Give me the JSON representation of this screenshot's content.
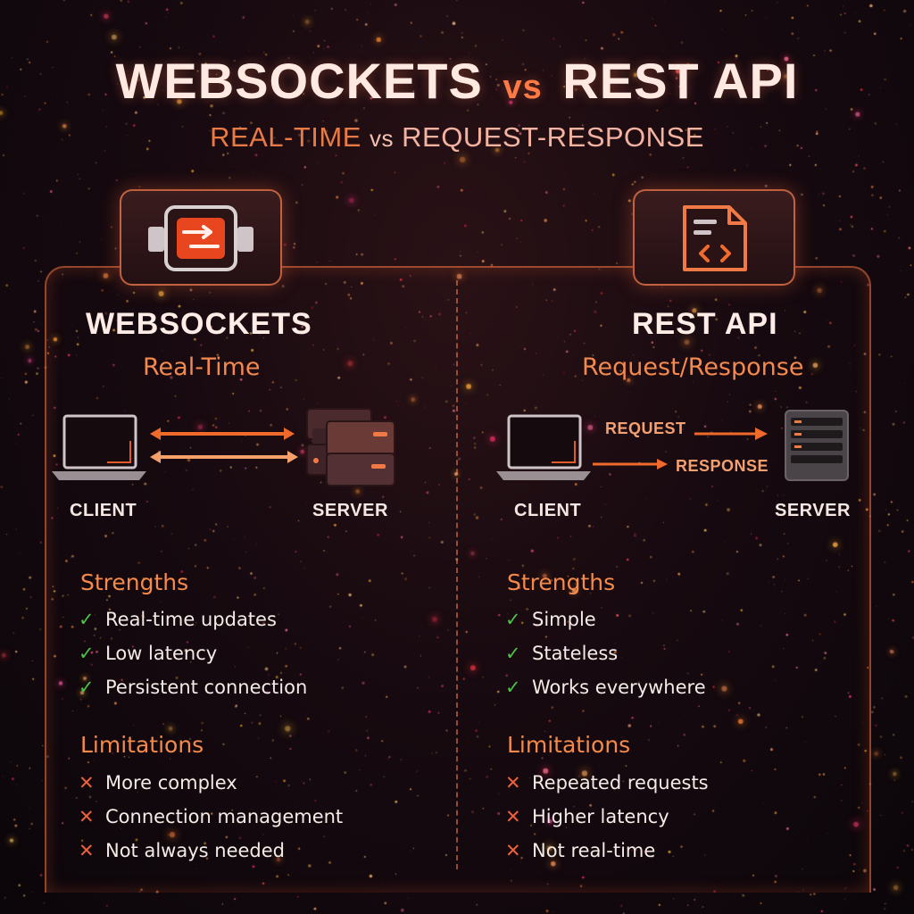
{
  "title": {
    "left": "WEBSOCKETS",
    "vs": "vs",
    "right": "REST API"
  },
  "subtitle": {
    "left": "REAL-TIME",
    "vs": "vs",
    "right": "REQUEST-RESPONSE"
  },
  "websockets": {
    "icon": "bidirectional-arrows-icon",
    "title": "WEBSOCKETS",
    "subtitle": "Real-Time",
    "client_label": "CLIENT",
    "server_label": "SERVER",
    "strengths_heading": "Strengths",
    "strengths": [
      "Real-time updates",
      "Low latency",
      "Persistent connection"
    ],
    "limitations_heading": "Limitations",
    "limitations": [
      "More complex",
      "Connection management",
      "Not always needed"
    ]
  },
  "rest": {
    "icon": "code-document-icon",
    "title": "REST API",
    "subtitle": "Request/Response",
    "request_label": "REQUEST",
    "response_label": "RESPONSE",
    "client_label": "CLIENT",
    "server_label": "SERVER",
    "strengths_heading": "Strengths",
    "strengths": [
      "Simple",
      "Stateless",
      "Works everywhere"
    ],
    "limitations_heading": "Limitations",
    "limitations": [
      "Repeated requests",
      "Higher latency",
      "Not real-time"
    ]
  },
  "colors": {
    "accent": "#ff7a45",
    "check": "#4cc24c",
    "cross": "#f0603a",
    "background": "#150a0f"
  }
}
